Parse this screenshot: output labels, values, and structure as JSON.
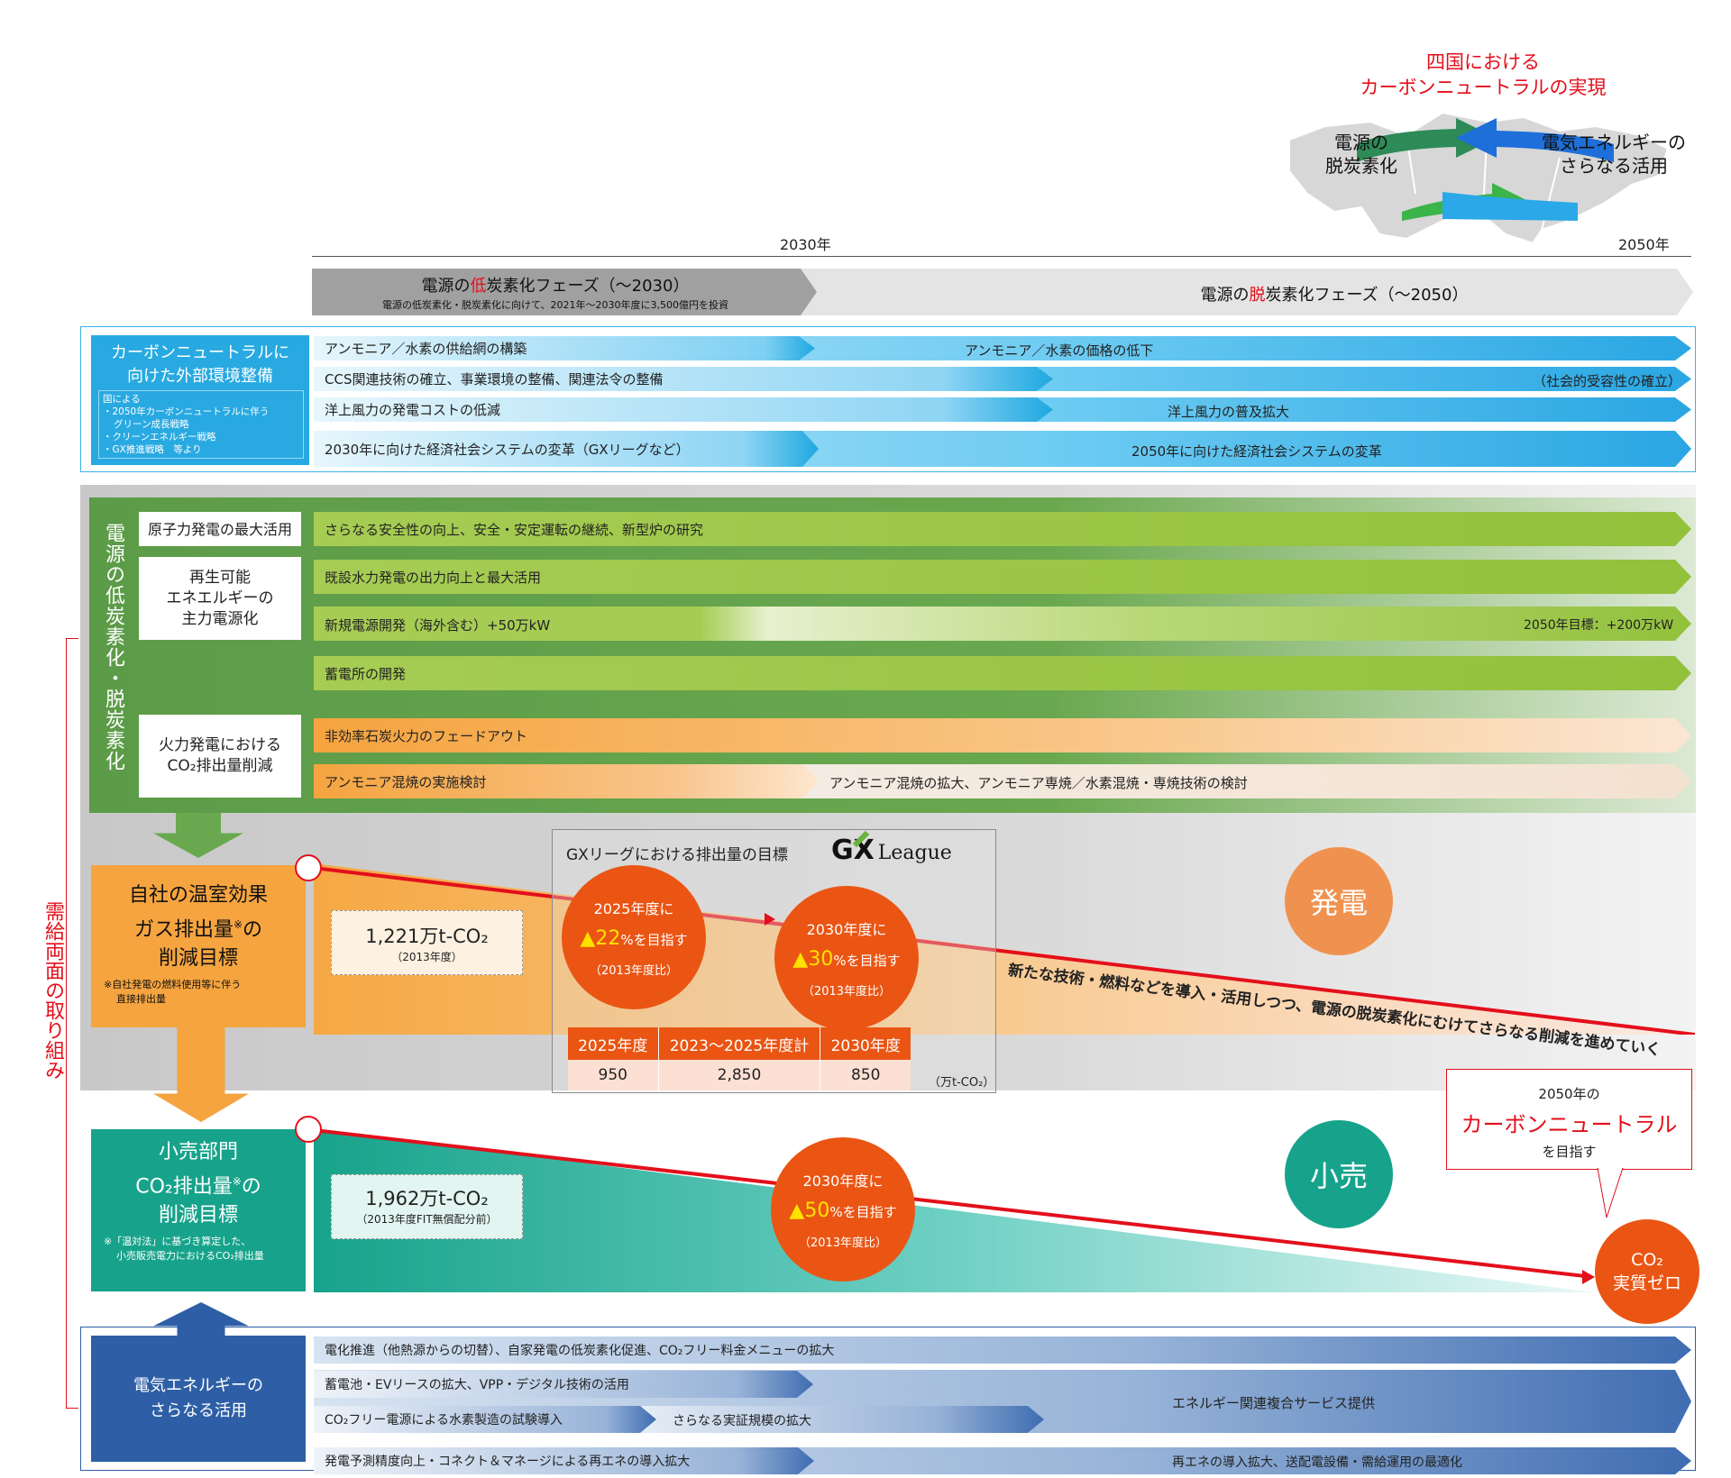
{
  "map_panel": {
    "title_line1": "四国における",
    "title_line2": "カーボンニュートラルの実現",
    "left_label_line1": "電源の",
    "left_label_line2": "脱炭素化",
    "right_label_line1": "電気エネルギーの",
    "right_label_line2": "さらなる活用"
  },
  "timeline": {
    "year_2030": "2030年",
    "year_2050": "2050年"
  },
  "phases": {
    "low_carbon_title_pre": "電源の",
    "low_carbon_title_accent": "低",
    "low_carbon_title_post": "炭素化フェーズ（〜2030）",
    "low_carbon_sub": "電源の低炭素化・脱炭素化に向けて、2021年〜2030年度に3,500億円を投資",
    "decarb_title_pre": "電源の",
    "decarb_title_accent": "脱",
    "decarb_title_post": "炭素化フェーズ（〜2050）"
  },
  "external": {
    "label_line1": "カーボンニュートラルに",
    "label_line2": "向けた外部環境整備",
    "note_line1": "国による",
    "note_line2": "・2050年カーボンニュートラルに伴う",
    "note_line3": "グリーン成長戦略",
    "note_line4": "・クリーンエネルギー戦略",
    "note_line5": "・GX推進戦略　等より",
    "rows": [
      {
        "a": "アンモニア／水素の供給網の構築",
        "b": "アンモニア／水素の価格の低下"
      },
      {
        "a": "CCS関連技術の確立、事業環境の整備、関連法令の整備",
        "b": "（社会的受容性の確立）"
      },
      {
        "a": "洋上風力の発電コストの低減",
        "b": "洋上風力の普及拡大"
      },
      {
        "a": "2030年に向けた経済社会システムの変革（GXリーグなど）",
        "b": "2050年に向けた経済社会システムの変革"
      }
    ]
  },
  "supply": {
    "vertical_label": "電源の低炭素化・脱炭素化",
    "nuclear_label": "原子力発電の最大活用",
    "renew_label_line1": "再生可能",
    "renew_label_line2": "エネエルギーの",
    "renew_label_line3": "主力電源化",
    "thermal_label_line1": "火力発電における",
    "thermal_label_line2": "CO₂排出量削減",
    "nuclear_bar": "さらなる安全性の向上、安全・安定運転の継続、新型炉の研究",
    "renew_bar1": "既設水力発電の出力向上と最大活用",
    "renew_bar2a": "新規電源開発（海外含む）+50万kW",
    "renew_bar2b": "2050年目標：+200万kW",
    "renew_bar3": "蓄電所の開発",
    "thermal_bar1": "非効率石炭火力のフェードアウト",
    "thermal_bar2a": "アンモニア混焼の実施検討",
    "thermal_bar2b": "アンモニア混焼の拡大、アンモニア専焼／水素混焼・専焼技術の検討"
  },
  "vertical_side_label": "需給両面の取り組み",
  "generation": {
    "box_line1": "自社の温室効果",
    "box_line2": "ガス排出量",
    "box_line2_sup": "※",
    "box_line2_post": "の",
    "box_line3": "削減目標",
    "box_note_line1": "※自社発電の燃料使用等に伴う",
    "box_note_line2": "直接排出量",
    "base_value": "1,221万t-CO₂",
    "base_year": "（2013年度）",
    "circle_label": "発電",
    "slogan": "新たな技術・燃料などを導入・活用しつつ、電源の脱炭素化にむけてさらなる削減を進めていく",
    "target_2025_line1": "2025年度に",
    "target_2025_value": "▲22",
    "target_2025_unit": "%を目指す",
    "target_2025_ref": "（2013年度比）",
    "target_2030_line1": "2030年度に",
    "target_2030_value": "▲30",
    "target_2030_unit": "%を目指す",
    "target_2030_ref": "（2013年度比）"
  },
  "gx": {
    "title": "GXリーグにおける排出量の目標",
    "logo_text": "GX",
    "logo_word": "League",
    "headers": [
      "2025年度",
      "2023〜2025年度計",
      "2030年度"
    ],
    "values": [
      "950",
      "2,850",
      "850"
    ],
    "unit": "（万t-CO₂）"
  },
  "retail": {
    "box_line1": "小売部門",
    "box_line2": "CO₂排出量",
    "box_line2_sup": "※",
    "box_line2_post": "の",
    "box_line3": "削減目標",
    "box_note_line1": "※「温対法」に基づき算定した、",
    "box_note_line2": "小売販売電力におけるCO₂排出量",
    "base_value": "1,962万t-CO₂",
    "base_year": "（2013年度FIT無償配分前）",
    "circle_label": "小売",
    "target_2030_line1": "2030年度に",
    "target_2030_value": "▲50",
    "target_2030_unit": "%を目指す",
    "target_2030_ref": "（2013年度比）"
  },
  "goal": {
    "callout_line1": "2050年の",
    "callout_line2": "カーボンニュートラル",
    "callout_line3": "を目指す",
    "zero_line1": "CO₂",
    "zero_line2": "実質ゼロ"
  },
  "demand": {
    "label_line1": "電気エネルギーの",
    "label_line2": "さらなる活用",
    "row1": "電化推進（他熱源からの切替）、自家発電の低炭素化促進、CO₂フリー料金メニューの拡大",
    "row2": "蓄電池・EVリースの拡大、VPP・デジタル技術の活用",
    "row3a": "CO₂フリー電源による水素製造の試験導入",
    "row3b": "さらなる実証規模の拡大",
    "row23_right": "エネルギー関連複合サービス提供",
    "row4a": "発電予測精度向上・コネクト＆マネージによる再エネの導入拡大",
    "row4b": "再エネの導入拡大、送配電設備・需給運用の最適化"
  },
  "colors": {
    "red": "#e30f1b",
    "orange_circle": "#ea5514",
    "green_dark": "#6aa84f",
    "teal": "#1aa58f",
    "navy": "#2e5fa6",
    "sky": "#1fa8e0"
  }
}
